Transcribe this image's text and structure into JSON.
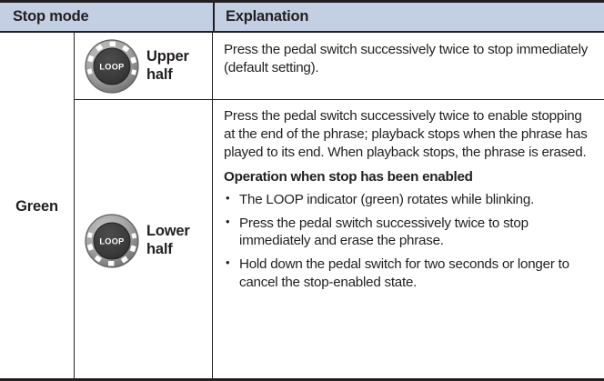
{
  "table": {
    "header": {
      "col1": "Stop mode",
      "col2": "Explanation"
    },
    "mode_label": "Green",
    "rows": [
      {
        "indicator_icon": "loop-knob-upper-half-icon",
        "indicator_label_line1": "Upper",
        "indicator_label_line2": "half",
        "knob_text": "LOOP",
        "explanation_paragraphs": [
          "Press the pedal switch successively twice to stop immediately (default setting)."
        ],
        "subheading": null,
        "bullets": []
      },
      {
        "indicator_icon": "loop-knob-lower-half-icon",
        "indicator_label_line1": "Lower",
        "indicator_label_line2": "half",
        "knob_text": "LOOP",
        "explanation_paragraphs": [
          "Press the pedal switch successively twice to enable stopping at the end of the phrase; playback stops when the phrase has played to its end. When playback stops, the phrase is erased."
        ],
        "subheading": "Operation when stop has been enabled",
        "bullets": [
          "The LOOP indicator (green) rotates while blinking.",
          "Press the pedal switch successively twice to stop immediately and erase the phrase.",
          "Hold down the pedal switch for two seconds or longer to cancel the stop-enabled state."
        ]
      }
    ]
  },
  "colors": {
    "header_background": "#c3cfe3",
    "text": "#231f20",
    "border": "#231f20",
    "knob_ring_light": "#b2b2b2",
    "knob_ring_dark": "#7a7a7a",
    "knob_face": "#3b3b3b",
    "knob_segment": "#ffffff"
  }
}
